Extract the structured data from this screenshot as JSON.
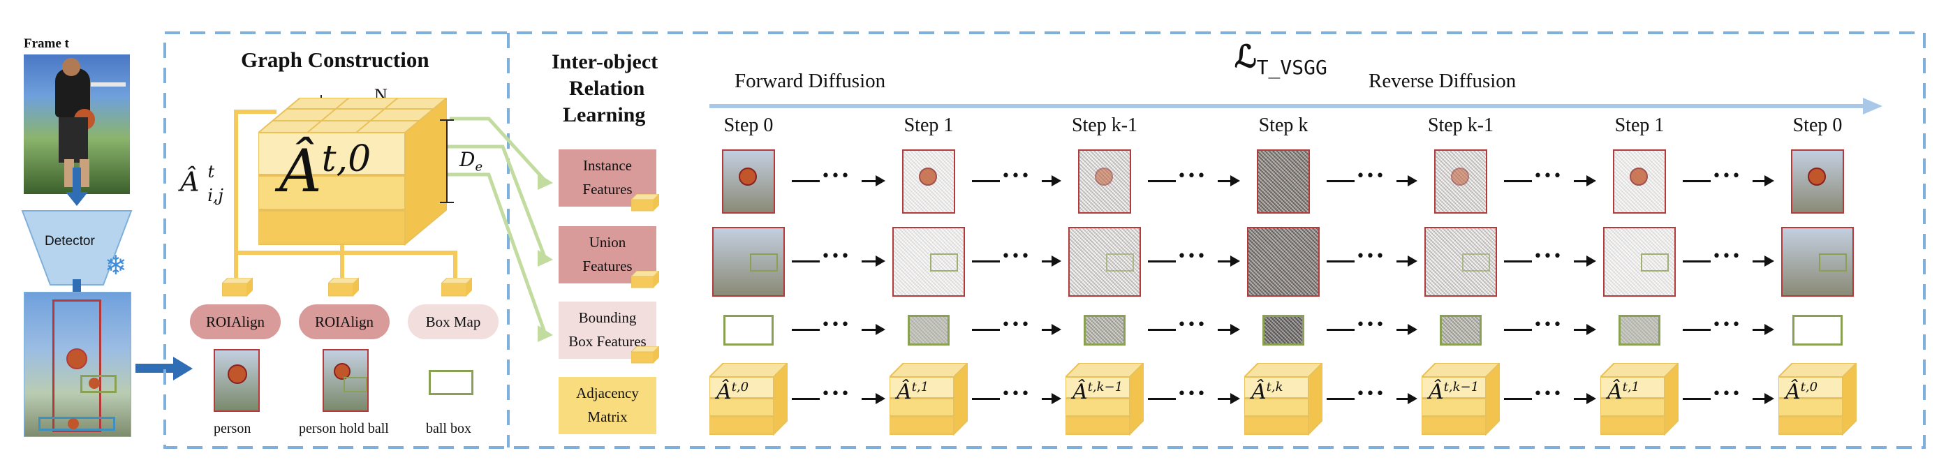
{
  "frame_label": "Frame t",
  "detector_label": "Detector",
  "graph_title": "Graph Construction",
  "n_label": "N",
  "de_label": "D",
  "de_sub": "e",
  "a_hat_ij_label": "Â",
  "a_hat_ij_sup": "t",
  "a_hat_ij_sub": "i,j",
  "big_cube_label": "Â",
  "big_cube_sup": "t,0",
  "roi_buttons": [
    "ROIAlign",
    "ROIAlign",
    "Box Map"
  ],
  "crop_captions": [
    "person",
    "person hold ball",
    "ball box"
  ],
  "relation_title": [
    "Inter-object",
    "Relation",
    "Learning"
  ],
  "features": [
    {
      "line1": "Instance",
      "line2": "Features",
      "color": "#d99a9a"
    },
    {
      "line1": "Union",
      "line2": "Features",
      "color": "#d99a9a"
    },
    {
      "line1": "Bounding",
      "line2": "Box Features",
      "color": "#f3dede"
    },
    {
      "line1": "Adjacency",
      "line2": "Matrix",
      "color": "#f8dc7e"
    }
  ],
  "loss_label": "ℒ",
  "loss_sub": "T_VSGG",
  "forward_label": "Forward Diffusion",
  "reverse_label": "Reverse Diffusion",
  "steps": [
    "Step 0",
    "Step 1",
    "Step k-1",
    "Step k",
    "Step k-1",
    "Step 1",
    "Step 0"
  ],
  "cube_sups": [
    "t,0",
    "t,1",
    "t,k−1",
    "t,k",
    "t,k−1",
    "t,1",
    "t,0"
  ],
  "arrow_dots": "•••",
  "colors": {
    "dash_blue": "#7fb0db",
    "arrow_blue": "#2f6db5",
    "yellow": "#f5c95a",
    "yellow_light": "#fbe6a4",
    "green_line": "#c2dca0",
    "red_frame": "#b33a3a",
    "green_frame": "#8aa052"
  }
}
